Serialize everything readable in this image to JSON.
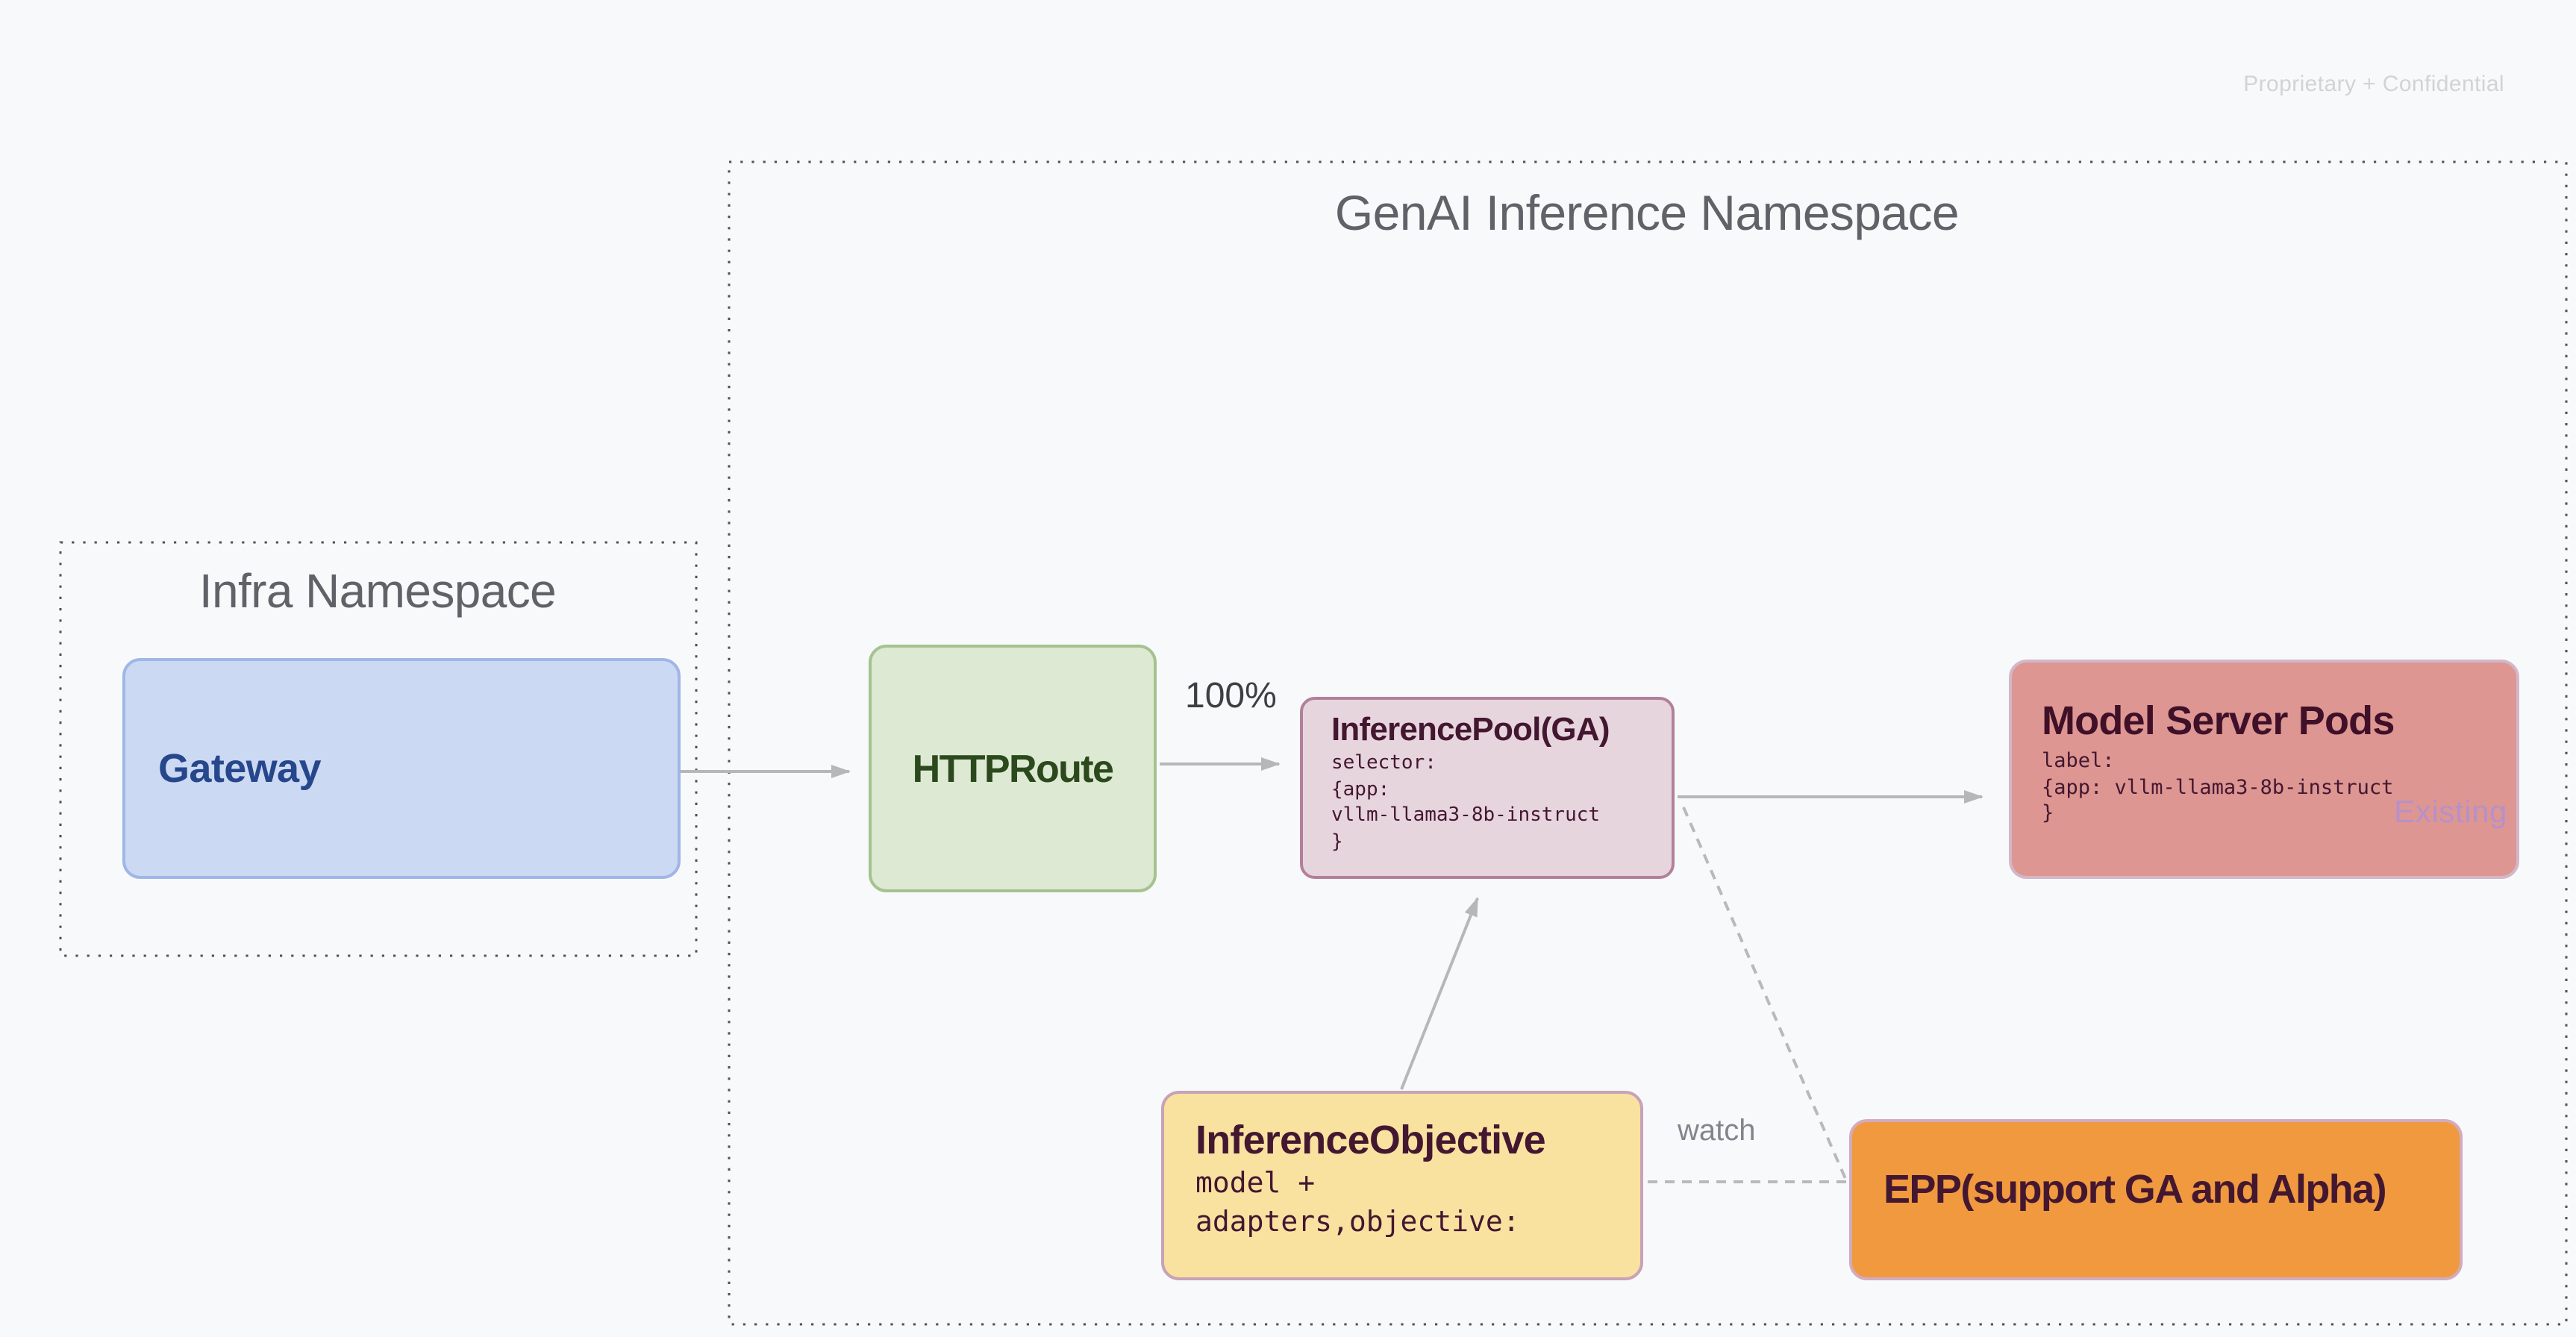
{
  "page": {
    "watermark": "Proprietary + Confidential",
    "background_color": "#f8f9fa"
  },
  "genai_namespace": {
    "title": "GenAI Inference Namespace"
  },
  "infra_namespace": {
    "title": "Infra Namespace"
  },
  "nodes": {
    "gateway": {
      "label": "Gateway",
      "fill": "#ccd9f3",
      "border": "#a0b6e8",
      "text_color": "#27478c"
    },
    "httproute": {
      "label": "HTTPRoute",
      "fill": "#dde9d3",
      "border": "#a6c28f",
      "text_color": "#2b491c"
    },
    "inference_pool": {
      "title": "InferencePool(GA)",
      "code": "selector:\n{app:\nvllm-llama3-8b-instruct\n}",
      "fill": "#e7d5dd",
      "border": "#b2809a",
      "text_color": "#441731"
    },
    "model_server_pods": {
      "title": "Model Server Pods",
      "code": "label:\n{app: vllm-llama3-8b-instruct\n}",
      "tag": "Existing",
      "fill": "#dd9692",
      "border": "#d3b7c8",
      "text_color": "#401028",
      "tag_color": "#b691c9"
    },
    "inference_objective": {
      "title": "InferenceObjective",
      "code": "model +\nadapters,objective:",
      "fill": "#f9e2a0",
      "border": "#c8a2b7",
      "text_color": "#441731"
    },
    "epp": {
      "label": "EPP(support GA and Alpha)",
      "fill": "#f0993e",
      "border": "#d3abbf",
      "text_color": "#441731"
    }
  },
  "edges": {
    "traffic_split_label": "100%",
    "watch_label": "watch",
    "arrow_color": "#b7b7b7",
    "list": [
      "gateway -> httproute (solid arrow)",
      "httproute -> inference_pool (solid arrow, 100%)",
      "inference_pool -> model_server_pods (solid arrow)",
      "inference_objective -> inference_pool (solid arrow)",
      "inference_pool -> epp (dashed)",
      "inference_objective -> epp (dashed, watch)"
    ]
  }
}
